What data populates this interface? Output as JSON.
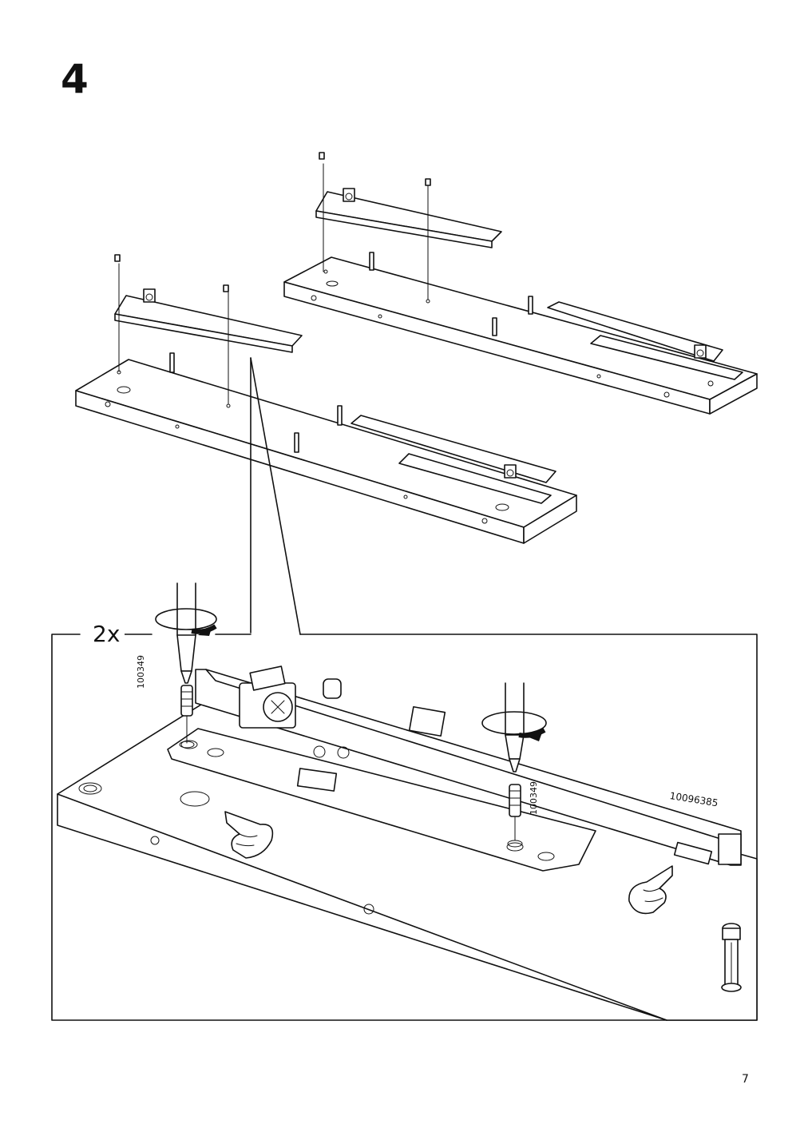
{
  "step": {
    "number": "4"
  },
  "detail": {
    "quantity": "2x"
  },
  "parts": {
    "screw_left": "100349",
    "screw_right": "100349",
    "runner": "10096385"
  },
  "footer": {
    "page": "7"
  }
}
